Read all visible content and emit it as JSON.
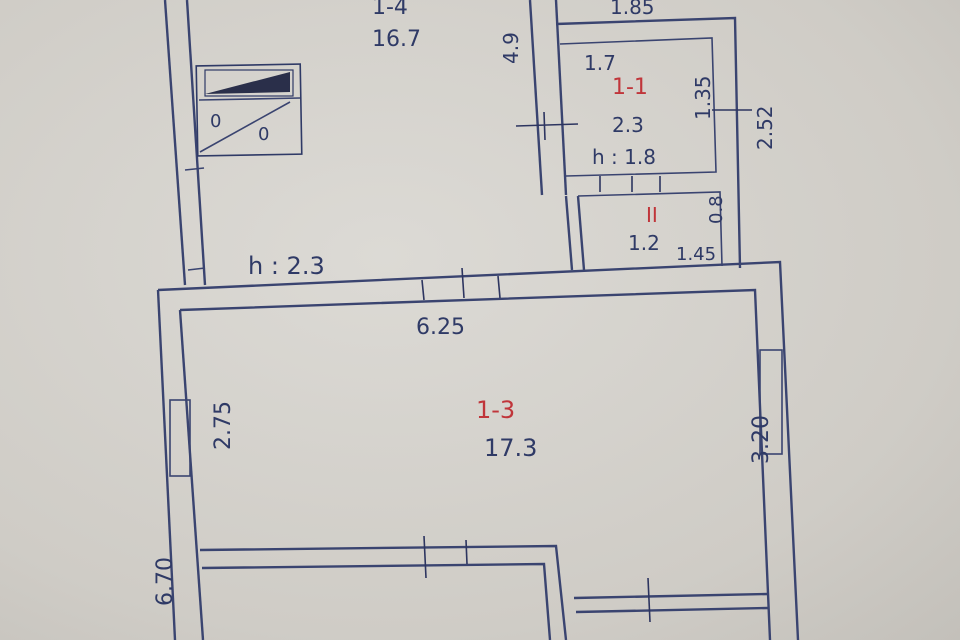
{
  "rooms": {
    "top_left": {
      "label": "1-4",
      "area": "16.7"
    },
    "small_room": {
      "label": "1-1",
      "area": "2.3",
      "width": "1.7",
      "depth": "1.35",
      "height": "h : 1.8"
    },
    "closet": {
      "label": "II",
      "area": "1.2",
      "width": "1.45",
      "depth": "0.8"
    },
    "main": {
      "label": "1-3",
      "area": "17.3"
    }
  },
  "dimensions": {
    "top_width": "1.85",
    "wall_left_small": "4.9",
    "right_small": "2.52",
    "h_main": "h : 2.3",
    "main_width": "6.25",
    "main_left": "2.75",
    "main_right": "3.20",
    "total_left": "6.70"
  },
  "fixture": {
    "symbol_left": "0",
    "symbol_right": "0"
  },
  "colors": {
    "ink": "#2f3a66",
    "red": "#c0353a",
    "paper": "#d6d3ce"
  }
}
